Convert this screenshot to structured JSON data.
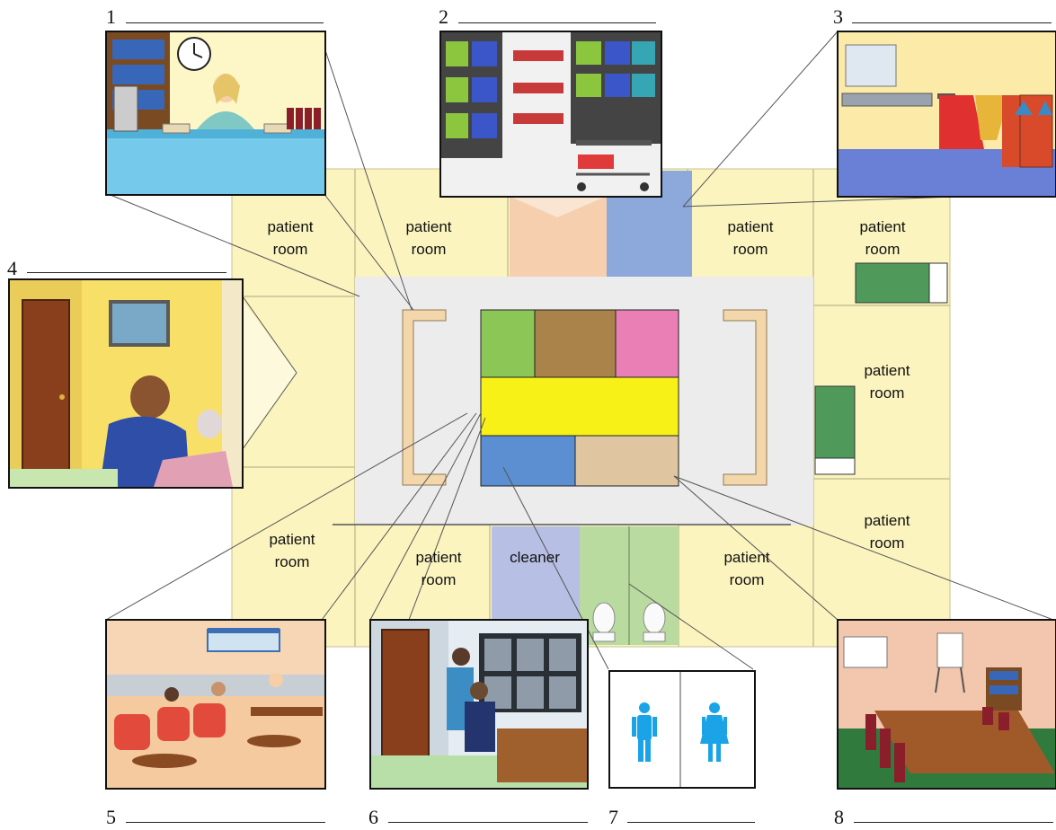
{
  "rooms": {
    "patient_line1": "patient",
    "patient_line2": "room",
    "cleaner": "cleaner"
  },
  "numbers": [
    "1",
    "2",
    "3",
    "4",
    "5",
    "6",
    "7",
    "8"
  ],
  "pictures": [
    {
      "id": "1",
      "scene": "reception-desk"
    },
    {
      "id": "2",
      "scene": "supply-room"
    },
    {
      "id": "3",
      "scene": "sluice-room"
    },
    {
      "id": "4",
      "scene": "patient-room-nurse"
    },
    {
      "id": "5",
      "scene": "staff-lounge"
    },
    {
      "id": "6",
      "scene": "x-ray-viewing-room"
    },
    {
      "id": "7",
      "scene": "toilets-men-women"
    },
    {
      "id": "8",
      "scene": "meeting-room"
    }
  ],
  "colors": {
    "patient_room": "#fbf4bf",
    "corridor": "#ececec",
    "reception_green": "#8cc657",
    "office_brown": "#a9834a",
    "office_pink": "#e97fb4",
    "station_yellow": "#f7f118",
    "office_blue": "#5b8fd2",
    "office_tan": "#dfc6a0",
    "supply_peach": "#f5cfae",
    "sluice_blue": "#8da8da",
    "cleaner_lavender": "#b7bfe4",
    "toilet_green": "#b9dba0",
    "bed_green": "#4f9a5b",
    "desk_brace": "#f3d7ab"
  }
}
